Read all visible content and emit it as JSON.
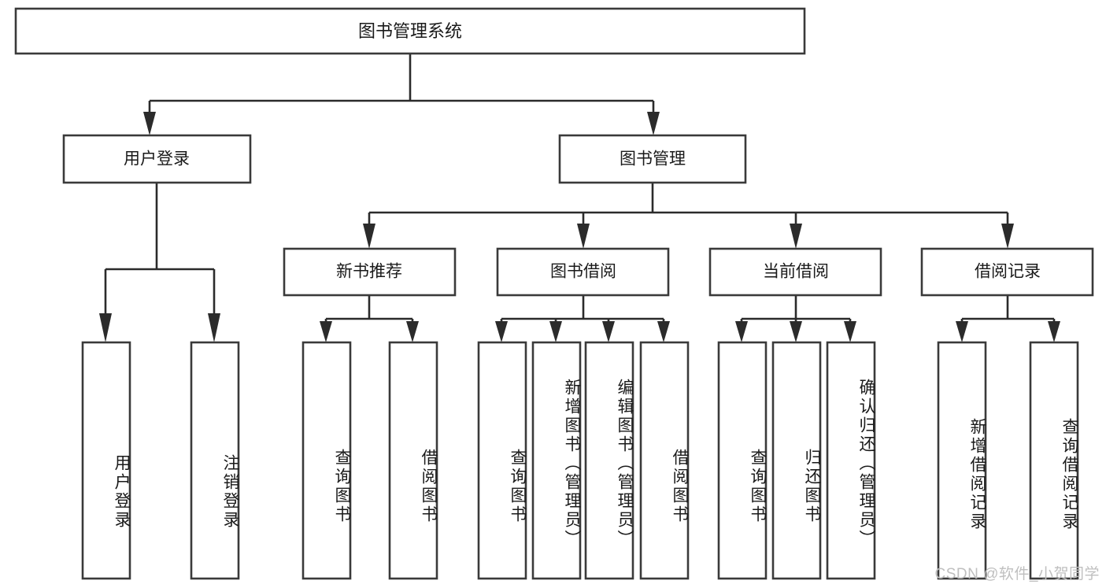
{
  "diagram": {
    "title_node": {
      "label": "图书管理系统"
    },
    "level2": [
      {
        "id": "user-login",
        "label": "用户登录"
      },
      {
        "id": "book-management",
        "label": "图书管理"
      }
    ],
    "level3": [
      {
        "id": "new-book-recommend",
        "label": "新书推荐"
      },
      {
        "id": "book-borrow",
        "label": "图书借阅"
      },
      {
        "id": "current-borrow",
        "label": "当前借阅"
      },
      {
        "id": "borrow-record",
        "label": "借阅记录"
      }
    ],
    "leaves": [
      {
        "id": "leaf-user-login",
        "label": "用户登录"
      },
      {
        "id": "leaf-logout-login",
        "label": "注销登录"
      },
      {
        "id": "leaf-query-book-1",
        "label": "查询图书"
      },
      {
        "id": "leaf-borrow-book-1",
        "label": "借阅图书"
      },
      {
        "id": "leaf-query-book-2",
        "label": "查询图书"
      },
      {
        "id": "leaf-add-book-admin",
        "label": "新增图书（管理员）"
      },
      {
        "id": "leaf-edit-book-admin",
        "label": "编辑图书（管理员）"
      },
      {
        "id": "leaf-borrow-book-2",
        "label": "借阅图书"
      },
      {
        "id": "leaf-query-book-3",
        "label": "查询图书"
      },
      {
        "id": "leaf-return-book",
        "label": "归还图书"
      },
      {
        "id": "leaf-confirm-return-admin",
        "label": "确认归还（管理员）"
      },
      {
        "id": "leaf-add-borrow-record",
        "label": "新增借阅记录"
      },
      {
        "id": "leaf-query-borrow-record",
        "label": "查询借阅记录"
      }
    ],
    "watermark": "CSDN @软件_小贺同学",
    "colors": {
      "box_border": "#3a3a3a",
      "connector": "#2b2b2b",
      "box_fill": "#ffffff",
      "text": "#1a1a1a",
      "watermark": "#bfbfbf",
      "background": "#ffffff"
    }
  }
}
